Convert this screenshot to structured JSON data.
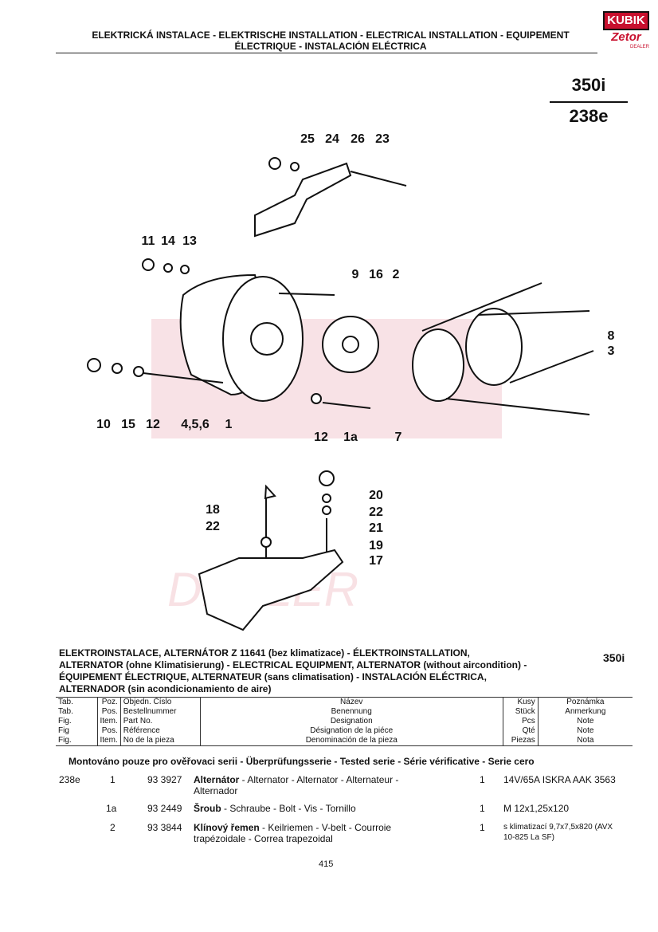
{
  "header": {
    "line1": "ELEKTRICKÁ INSTALACE - ELEKTRISCHE INSTALLATION - ELECTRICAL INSTALLATION - EQUIPEMENT",
    "line2": "ÉLECTRIQUE - INSTALACIÓN ELÉCTRICA",
    "logo_top": "KUBIK",
    "logo_bottom": "Zetor",
    "logo_sub": "DEALER",
    "model_top": "350i",
    "model_bottom": "238e"
  },
  "callouts": [
    "25",
    "24",
    "26",
    "23",
    "11",
    "14",
    "13",
    "9",
    "16",
    "2",
    "8",
    "3",
    "10",
    "15",
    "12",
    "4,5,6",
    "1",
    "12",
    "1a",
    "7",
    "20",
    "22",
    "21",
    "19",
    "17",
    "18",
    "22"
  ],
  "section": {
    "title_lines": [
      "ELEKTROINSTALACE, ALTERNÁTOR Z 11641 (bez klimatizace) - ÉLEKTROINSTALLATION,",
      "ALTERNATOR (ohne Klimatisierung) - ELECTRICAL EQUIPMENT, ALTERNATOR (without aircondition) -",
      "ÉQUIPEMENT ÉLECTRIQUE, ALTERNATEUR (sans climatisation) - INSTALACIÓN ELÉCTRICA,",
      "ALTERNADOR (sin acondicionamiento de aire)"
    ],
    "model": "350i"
  },
  "table_header": [
    [
      "Tab.",
      "Poz.",
      "Objedn. Číslo",
      "Název",
      "Kusy",
      "Poznámka"
    ],
    [
      "Tab.",
      "Pos.",
      "Bestellnummer",
      "Benennung",
      "Stück",
      "Anmerkung"
    ],
    [
      "Fig.",
      "Item.",
      "Part No.",
      "Designation",
      "Pcs",
      "Note"
    ],
    [
      "Fig",
      "Pos.",
      "Référence",
      "Désignation de la piéce",
      "Qté",
      "Note"
    ],
    [
      "Fig.",
      "Item.",
      "No de la pieza",
      "Denominación de la pieza",
      "Piezas",
      "Nota"
    ]
  ],
  "series_note": "Montováno pouze pro ověřovaci serii - Überprüfungsserie - Tested serie - Série vérificative - Serie cero",
  "rows": [
    {
      "tab": "238e",
      "pos": "1",
      "part": "93 3927",
      "name_bold": "Alternátor",
      "name_rest": " - Alternator - Alternator - Alternateur -",
      "name_line2": "Alternador",
      "qty": "1",
      "note": "14V/65A ISKRA AAK 3563",
      "note2": ""
    },
    {
      "tab": "",
      "pos": "1a",
      "part": "93 2449",
      "name_bold": "Šroub",
      "name_rest": " - Schraube - Bolt - Vis - Tornillo",
      "name_line2": "",
      "qty": "1",
      "note": "M 12x1,25x120",
      "note2": ""
    },
    {
      "tab": "",
      "pos": "2",
      "part": "93 3844",
      "name_bold": "Klínový řemen",
      "name_rest": " - Keilriemen - V-belt - Courroie",
      "name_line2": "trapézoidale - Correa trapezoidal",
      "qty": "1",
      "note": "s klimatizací 9,7x7,5x820 (AVX",
      "note2": "10-825 La SF)"
    }
  ],
  "page_number": "415"
}
